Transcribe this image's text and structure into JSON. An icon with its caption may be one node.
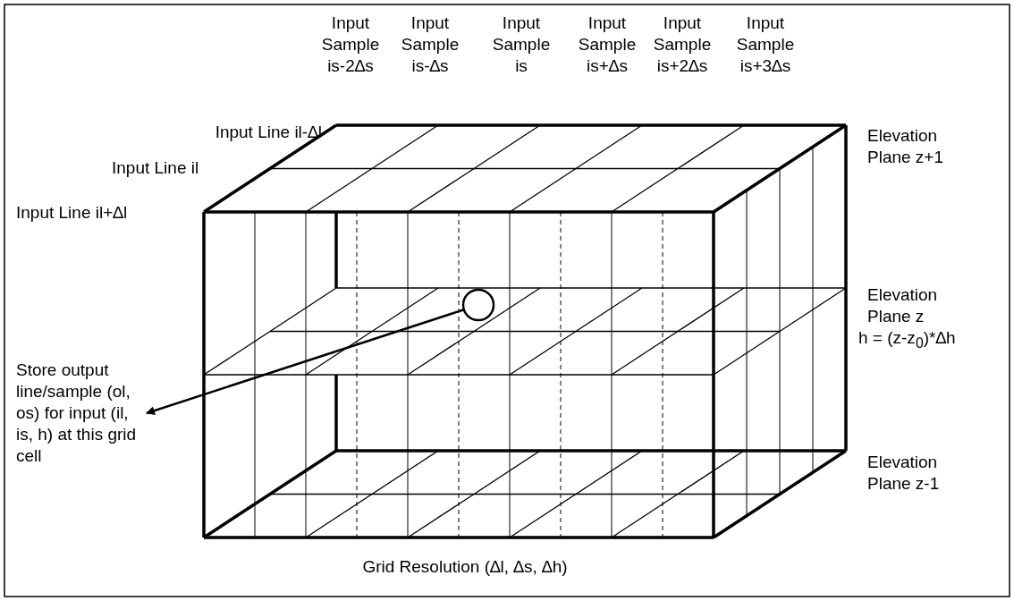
{
  "diagram": {
    "nodes": [
      {
        "text": [
          "Store output line/sample (ol, os) for input (il, is, h) at this grid cell"
        ]
      },
      {
        "text": [],
        "shape": "circle"
      }
    ],
    "edges": [
      {
        "from": 1,
        "to": 0,
        "arrow": "to"
      }
    ],
    "labels": [
      "Input Sample is-2∆s",
      "Input Sample is-∆s",
      "Input Sample is",
      "Input Sample is+∆s",
      "Input Sample is+2∆s",
      "Input Sample is+3∆s",
      "Input Line il-∆l",
      "Elevation Plane z+1",
      "Input Line il",
      "Input Line il+∆l",
      "Elevation Plane z",
      "h = (z-z$_{0}$)*∆h",
      "Elevation Plane z-1",
      "Grid Resolution (∆l, ∆s, ∆h)"
    ]
  }
}
